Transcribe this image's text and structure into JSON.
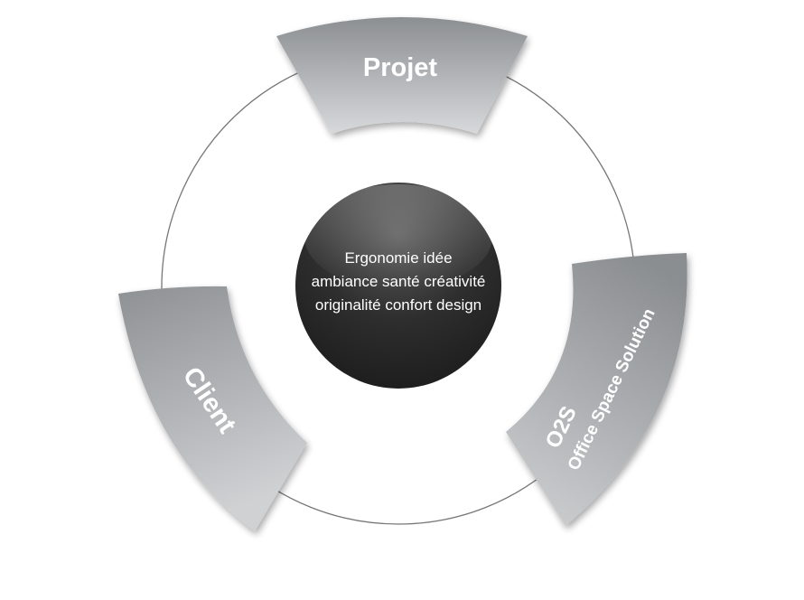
{
  "segments": {
    "top": {
      "label": "Projet"
    },
    "left": {
      "label": "Client"
    },
    "right": {
      "label": "Office Space Solution",
      "logo": "O2S"
    }
  },
  "center": {
    "lines": [
      "Ergonomie idée",
      "ambiance santé créativité",
      "originalité confort design"
    ]
  },
  "colors": {
    "segment_dark": "#8e9194",
    "segment_light": "#d4d6d8",
    "hub_dark": "#2b2b2b",
    "hub_light": "#5a5a5a",
    "ring_line": "#777777"
  }
}
